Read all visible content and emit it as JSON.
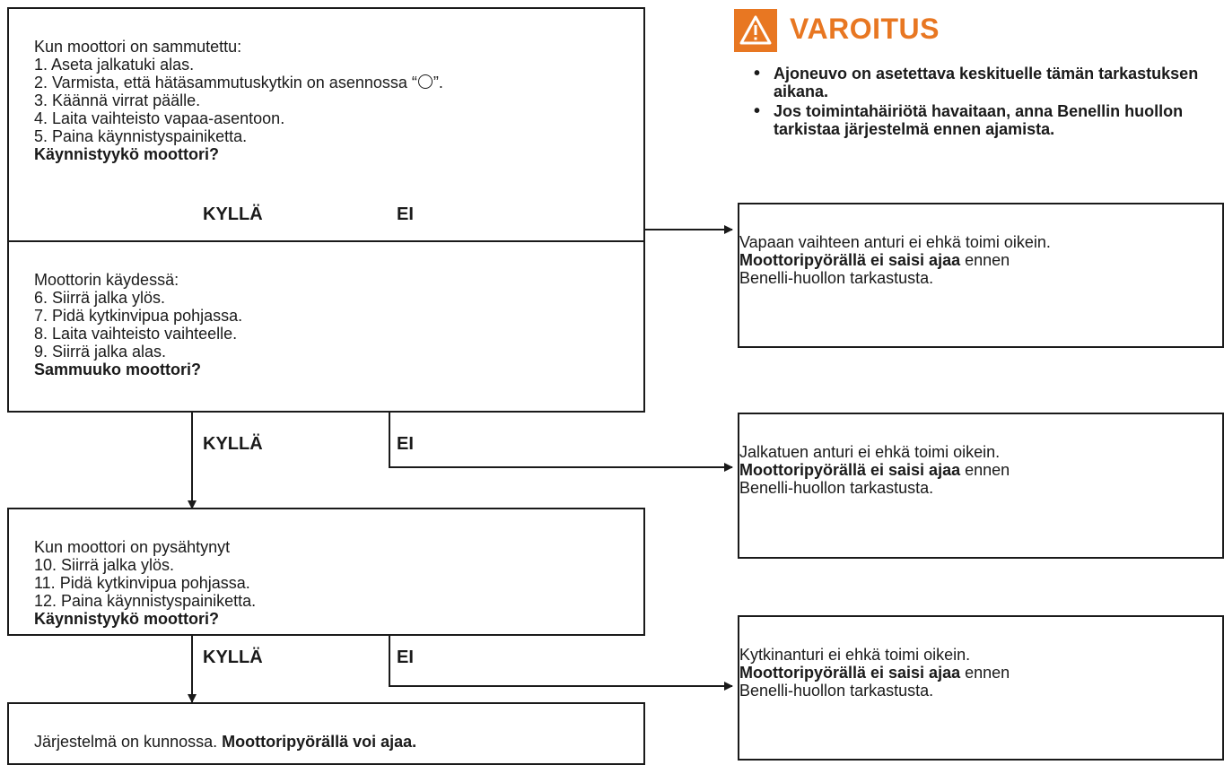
{
  "warning": {
    "title": "VAROITUS",
    "icon": "warning-triangle-icon",
    "accent": "#e87722",
    "items": [
      "Ajoneuvo on asetettava keskituelle tämän tarkastuksen aikana.",
      "Jos toimintahäiriötä havaitaan, anna Benellin huollon tarkistaa järjestelmä ennen ajamista."
    ]
  },
  "step1": {
    "intro": "Kun moottori on sammutettu:",
    "items": [
      "1. Aseta jalkatuki alas.",
      "2. Varmista, että hätäsammutuskytkin on asennossa “",
      "3. Käännä virrat päälle.",
      "4. Laita vaihteisto vapaa-asentoon.",
      "5. Paina käynnistyspainiketta."
    ],
    "switch_symbol_suffix": "”.",
    "question": "Käynnistyykö moottori?"
  },
  "step2": {
    "intro": "Moottorin käydessä:",
    "items": [
      "6. Siirrä jalka ylös.",
      "7. Pidä kytkinvipua pohjassa.",
      "8. Laita vaihteisto vaihteelle.",
      "9. Siirrä jalka alas."
    ],
    "question": "Sammuuko moottori?"
  },
  "step3": {
    "intro": "Kun moottori on pysähtynyt",
    "items": [
      "10. Siirrä jalka ylös.",
      "11. Pidä kytkinvipua pohjassa.",
      "12. Paina käynnistyspainiketta."
    ],
    "question": "Käynnistyykö moottori?"
  },
  "final": {
    "text": "Järjestelmä on kunnossa. ",
    "bold": "Moottoripyörällä voi ajaa."
  },
  "results": [
    {
      "line1": "Vapaan vaihteen anturi ei ehkä toimi oikein.",
      "bold": "Moottoripyörällä ei saisi ajaa",
      "after_bold": " ennen",
      "line3": "Benelli-huollon tarkastusta."
    },
    {
      "line1": "Jalkatuen anturi ei ehkä toimi oikein.",
      "bold": "Moottoripyörällä ei saisi ajaa",
      "after_bold": " ennen",
      "line3": "Benelli-huollon tarkastusta."
    },
    {
      "line1": "Kytkinanturi ei ehkä toimi oikein.",
      "bold": "Moottoripyörällä ei saisi ajaa",
      "after_bold": " ennen",
      "line3": "Benelli-huollon tarkastusta."
    }
  ],
  "labels": {
    "yes": "KYLLÄ",
    "no": "EI"
  }
}
